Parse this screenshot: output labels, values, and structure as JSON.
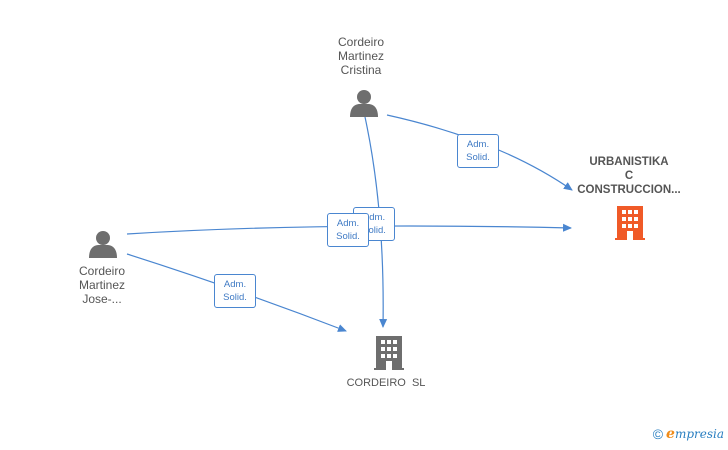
{
  "nodes": {
    "person_cristina": {
      "label": "Cordeiro\nMartinez\nCristina",
      "icon": "person-icon"
    },
    "person_jose": {
      "label": "Cordeiro\nMartinez\nJose-...",
      "icon": "person-icon"
    },
    "company_urbanistika": {
      "label": "URBANISTIKA\nC\nCONSTRUCCION...",
      "icon": "building-icon",
      "color": "#f05a28"
    },
    "company_cordeiro": {
      "label": "CORDEIRO  SL",
      "icon": "building-icon",
      "color": "#6e6e6e"
    }
  },
  "edges": [
    {
      "from": "person_cristina",
      "to": "company_urbanistika",
      "label_line1": "Adm.",
      "label_line2": "Solid."
    },
    {
      "from": "person_cristina",
      "to": "company_cordeiro",
      "label_line1": "Adm.",
      "label_line2": "Solid."
    },
    {
      "from": "person_jose",
      "to": "company_urbanistika",
      "label_line1": "Adm.",
      "label_line2": "Solid."
    },
    {
      "from": "person_jose",
      "to": "company_cordeiro",
      "label_line1": "Adm.",
      "label_line2": "Solid."
    }
  ],
  "colors": {
    "edge": "#4a86d0",
    "person": "#6e6e6e"
  },
  "footer": {
    "copyright": "©",
    "brand_e": "e",
    "brand_rest": "mpresia"
  }
}
